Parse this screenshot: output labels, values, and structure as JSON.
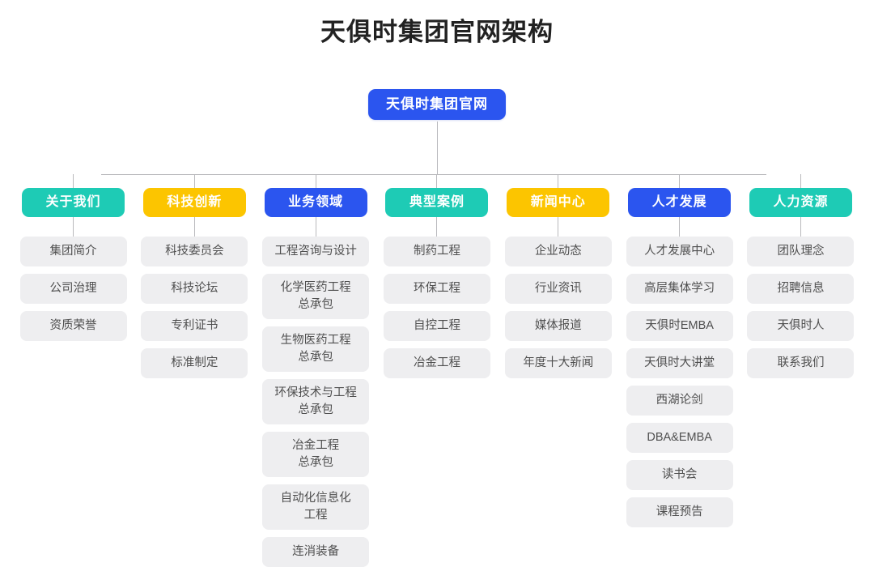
{
  "page": {
    "title": "天俱时集团官网架构",
    "background": "#ffffff"
  },
  "colors": {
    "teal": "#1ecbb5",
    "yellow": "#fcc500",
    "blue": "#2b55ef",
    "item_bg": "#eeeef0",
    "item_text": "#4f4f4f",
    "connector": "#b9b9bd",
    "title_text": "#222222"
  },
  "chart_data": {
    "type": "diagram",
    "diagram_type": "org-chart",
    "title": "天俱时集团官网架构",
    "root": "天俱时集团官网",
    "levels": 3,
    "branch_count": 7
  },
  "root": {
    "label": "天俱时集团官网",
    "color": "blue"
  },
  "columns": [
    {
      "header": "关于我们",
      "color": "teal",
      "items": [
        "集团简介",
        "公司治理",
        "资质荣誉"
      ]
    },
    {
      "header": "科技创新",
      "color": "yellow",
      "items": [
        "科技委员会",
        "科技论坛",
        "专利证书",
        "标准制定"
      ]
    },
    {
      "header": "业务领域",
      "color": "blue",
      "items": [
        "工程咨询与设计",
        "化学医药工程\n总承包",
        "生物医药工程\n总承包",
        "环保技术与工程\n总承包",
        "冶金工程\n总承包",
        "自动化信息化\n工程",
        "连消装备"
      ]
    },
    {
      "header": "典型案例",
      "color": "teal",
      "items": [
        "制药工程",
        "环保工程",
        "自控工程",
        "冶金工程"
      ]
    },
    {
      "header": "新闻中心",
      "color": "yellow",
      "items": [
        "企业动态",
        "行业资讯",
        "媒体报道",
        "年度十大新闻"
      ]
    },
    {
      "header": "人才发展",
      "color": "blue",
      "items": [
        "人才发展中心",
        "高层集体学习",
        "天俱时EMBA",
        "天俱时大讲堂",
        "西湖论剑",
        "DBA&EMBA",
        "读书会",
        "课程预告"
      ]
    },
    {
      "header": "人力资源",
      "color": "teal",
      "items": [
        "团队理念",
        "招聘信息",
        "天俱时人",
        "联系我们"
      ]
    }
  ]
}
